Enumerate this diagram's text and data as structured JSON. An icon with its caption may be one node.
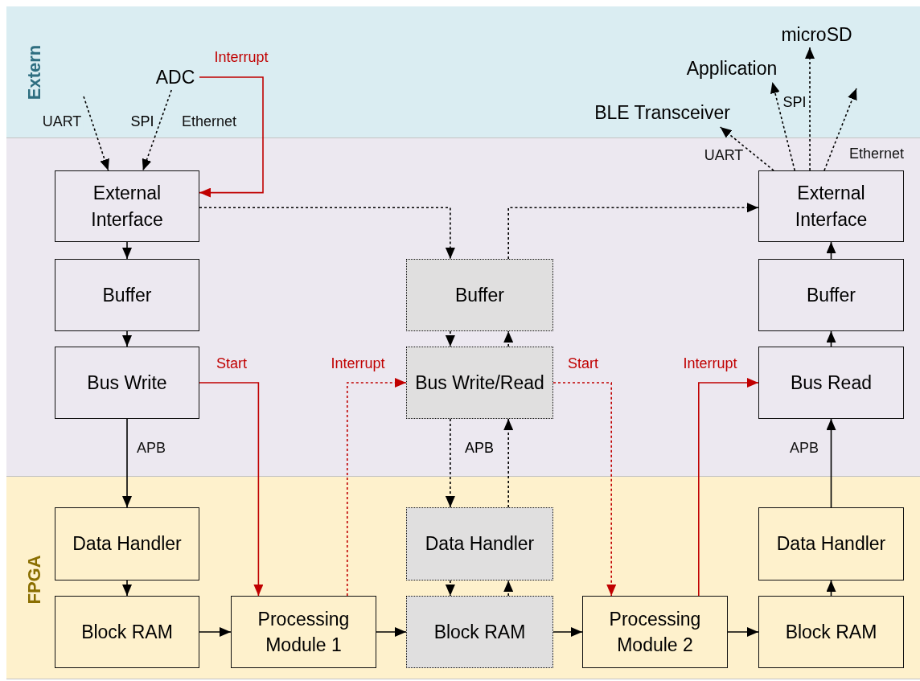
{
  "diagram": {
    "nodes": [
      {
        "text": [
          "Extern"
        ]
      },
      {
        "text": [
          "ADC"
        ],
        "in": 0
      },
      {
        "text": [
          "BLE Transceiver"
        ],
        "in": 0
      },
      {
        "text": [
          "Application"
        ],
        "in": 0
      },
      {
        "text": [
          "microSD"
        ],
        "in": 0
      },
      {
        "text": [],
        "shape": "box"
      },
      {
        "text": [
          "External Interface"
        ],
        "in": 5
      },
      {
        "text": [
          "Buffer"
        ],
        "in": 5
      },
      {
        "text": [
          "Bus Write"
        ],
        "in": 5
      },
      {
        "text": [
          "Buffer"
        ],
        "in": 5
      },
      {
        "text": [
          "Bus Write/Read"
        ],
        "in": 5
      },
      {
        "text": [
          "External Interface"
        ],
        "in": 5
      },
      {
        "text": [
          "Buffer"
        ],
        "in": 5
      },
      {
        "text": [
          "Bus Read"
        ],
        "in": 5
      },
      {
        "text": [
          "FPGA"
        ]
      },
      {
        "text": [
          "Data Handler"
        ],
        "in": 14
      },
      {
        "text": [
          "Block RAM"
        ],
        "in": 14
      },
      {
        "text": [
          "Processing Module 1"
        ],
        "in": 14
      },
      {
        "text": [
          "Data Handler"
        ],
        "in": 14
      },
      {
        "text": [
          "Block RAM"
        ],
        "in": 14
      },
      {
        "text": [
          "Processing Module 2"
        ],
        "in": 14
      },
      {
        "text": [
          "Data Handler"
        ],
        "in": 14
      },
      {
        "text": [
          "Block RAM"
        ],
        "in": 14
      }
    ],
    "edges": [
      {
        "from": null,
        "to": 6,
        "arrow": "to",
        "style": "dashed",
        "label": "UART"
      },
      {
        "from": 1,
        "to": 6,
        "arrow": "to",
        "style": "dashed",
        "label": "Ethernet"
      },
      {
        "from": 1,
        "to": 6,
        "arrow": "to",
        "color": "#c00000",
        "label": "Interrupt"
      },
      {
        "from": 6,
        "to": 9,
        "arrow": "to",
        "style": "dashed"
      },
      {
        "from": 9,
        "to": 11,
        "arrow": "to",
        "style": "dashed"
      },
      {
        "from": 11,
        "to": 2,
        "arrow": "to",
        "style": "dashed",
        "label": "UART"
      },
      {
        "from": 11,
        "to": 3,
        "arrow": "to",
        "style": "dashed"
      },
      {
        "from": 11,
        "to": 4,
        "arrow": "to",
        "style": "dashed"
      },
      {
        "from": 11,
        "to": null,
        "arrow": "to",
        "style": "dashed",
        "label": "Ethernet"
      },
      {
        "from": 6,
        "to": 7,
        "arrow": "to"
      },
      {
        "from": 7,
        "to": 8,
        "arrow": "to"
      },
      {
        "from": 8,
        "to": 15,
        "arrow": "to",
        "label": "APB"
      },
      {
        "from": 8,
        "to": 17,
        "arrow": "to",
        "color": "#c00000",
        "label": "Start"
      },
      {
        "from": 17,
        "to": 10,
        "arrow": "to",
        "style": "dashed",
        "color": "#c00000",
        "label": "Interrupt"
      },
      {
        "from": 9,
        "to": 10,
        "arrow": "to",
        "style": "dashed"
      },
      {
        "from": 10,
        "to": 9,
        "arrow": "to",
        "style": "dashed"
      },
      {
        "from": 10,
        "to": 18,
        "arrow": "to",
        "style": "dashed"
      },
      {
        "from": 18,
        "to": 10,
        "arrow": "to",
        "style": "dashed"
      },
      {
        "from": 10,
        "to": 20,
        "arrow": "to",
        "style": "dashed",
        "color": "#c00000",
        "label": "Start"
      },
      {
        "from": 20,
        "to": 13,
        "arrow": "to",
        "color": "#c00000",
        "label": "Interrupt"
      },
      {
        "from": 12,
        "to": 11,
        "arrow": "to"
      },
      {
        "from": 13,
        "to": 12,
        "arrow": "to"
      },
      {
        "from": 21,
        "to": 13,
        "arrow": "to",
        "label": "APB"
      },
      {
        "from": 15,
        "to": 16,
        "arrow": "to"
      },
      {
        "from": 16,
        "to": 17,
        "arrow": "to"
      },
      {
        "from": 17,
        "to": 19,
        "arrow": "to"
      },
      {
        "from": 18,
        "to": 19,
        "arrow": "to",
        "style": "dashed"
      },
      {
        "from": 19,
        "to": 18,
        "arrow": "to",
        "style": "dashed"
      },
      {
        "from": 19,
        "to": 20,
        "arrow": "to"
      },
      {
        "from": 20,
        "to": 22,
        "arrow": "to"
      },
      {
        "from": 22,
        "to": 21,
        "arrow": "to"
      }
    ],
    "labels": [
      "SPI",
      "SPI",
      "APB"
    ]
  }
}
